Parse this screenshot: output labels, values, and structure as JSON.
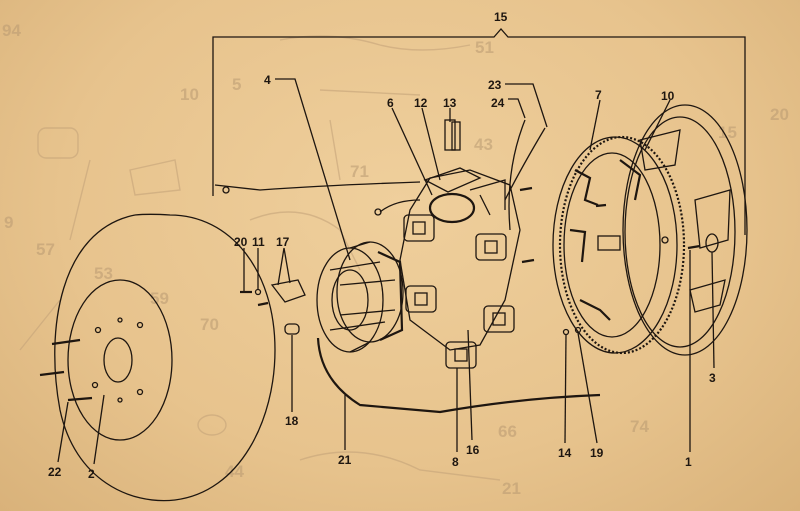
{
  "title": "Exploded parts diagram - flywheel magneto assembly",
  "colors": {
    "paper": "#e6c28c",
    "ink": "#1e1610",
    "faded": "#b99a72"
  },
  "callouts": {
    "group": "15",
    "rotor": "4",
    "coil_6": "6",
    "part_12": "12",
    "part_13": "13",
    "lead_24": "24",
    "lead_23": "23",
    "flywheel": "7",
    "backplate": "10",
    "screw_20": "20",
    "washer_11": "11",
    "breaker_17": "17",
    "condenser_18": "18",
    "wire_21": "21",
    "coil_8": "8",
    "clip_16": "16",
    "screw_14": "14",
    "washer_19": "19",
    "bolt_1": "1",
    "grommet_3": "3",
    "bolt_22": "22",
    "washer_2": "2"
  },
  "faded_callouts": [
    "51",
    "10",
    "5",
    "43",
    "71",
    "57",
    "59",
    "53",
    "70",
    "9",
    "15",
    "20",
    "66",
    "74",
    "44",
    "21",
    "94"
  ]
}
